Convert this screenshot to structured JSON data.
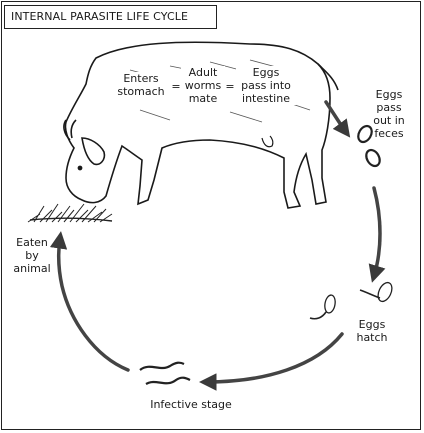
{
  "title": "INTERNAL PARASITE LIFE CYCLE",
  "labels": {
    "enters_stomach": "Enters\nstomach",
    "adult_worms_mate": "Adult\nworms\nmate",
    "eggs_pass_into_intestine": "Eggs\npass into\nintestine",
    "eggs_pass_out_in_feces": "Eggs\npass\nout in\nfeces",
    "eggs_hatch": "Eggs\nhatch",
    "infective_stage": "Infective stage",
    "eaten_by_animal": "Eaten\nby\nanimal"
  },
  "flow_separator": "=",
  "colors": {
    "ink": "#1a1a1a",
    "arrow": "#444444",
    "background": "#ffffff"
  }
}
